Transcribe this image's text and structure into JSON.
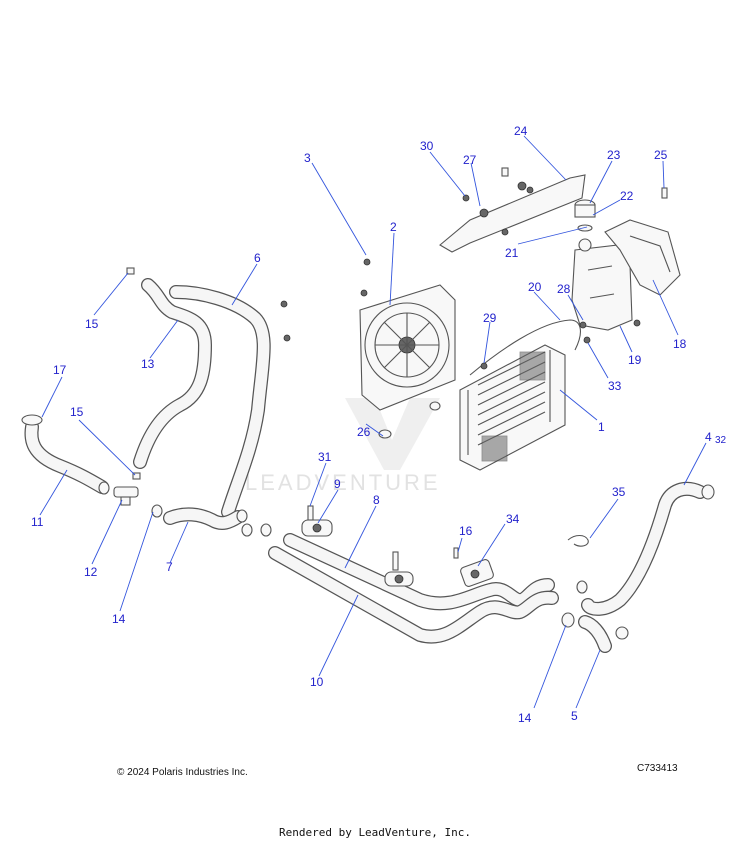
{
  "watermark": {
    "text": "LEADVENTURE"
  },
  "copyright": "© 2024 Polaris Industries Inc.",
  "diagram_code": "C733413",
  "render_note": "Rendered by LeadVenture, Inc.",
  "callouts": {
    "c1": "1",
    "c2": "2",
    "c3": "3",
    "c4": "4",
    "c5": "5",
    "c6": "6",
    "c7": "7",
    "c8": "8",
    "c9": "9",
    "c10": "10",
    "c11": "11",
    "c12": "12",
    "c13": "13",
    "c14a": "14",
    "c14b": "14",
    "c15a": "15",
    "c15b": "15",
    "c16": "16",
    "c17": "17",
    "c18": "18",
    "c19": "19",
    "c20": "20",
    "c21": "21",
    "c22": "22",
    "c23": "23",
    "c24": "24",
    "c25": "25",
    "c26": "26",
    "c27": "27",
    "c28": "28",
    "c29": "29",
    "c30": "30",
    "c31": "31",
    "c32": "32",
    "c33": "33",
    "c34": "34",
    "c35": "35"
  },
  "colors": {
    "callout": "#2222cc",
    "leader": "#3355dd",
    "outline": "#555555"
  }
}
